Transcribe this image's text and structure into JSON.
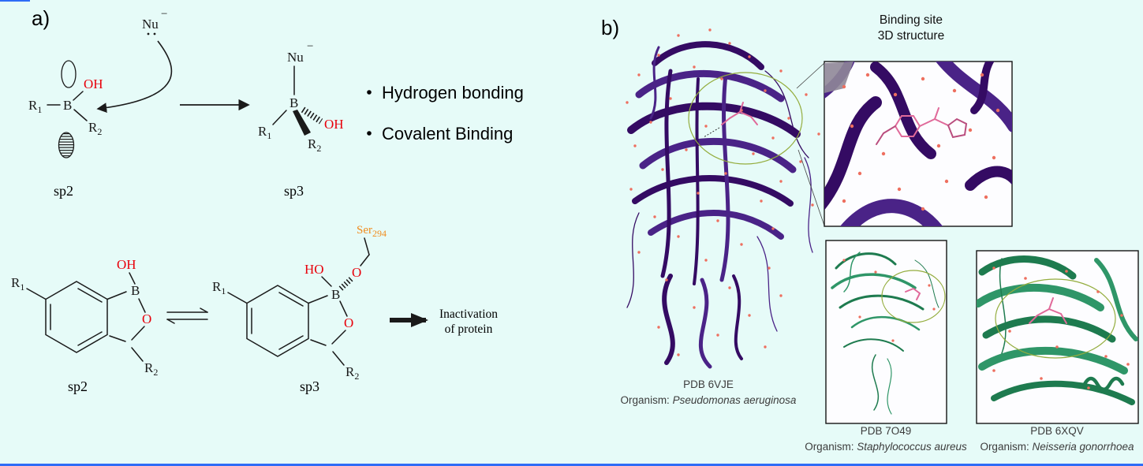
{
  "figure": {
    "panel_a_label": "a)",
    "panel_b_label": "b)"
  },
  "colors": {
    "background": "#e6fbf8",
    "ink": "#1a1a1a",
    "red": "#e8000b",
    "orange": "#f08c1e",
    "purple": "#340b63",
    "purple_light": "#4a2387",
    "green": "#1e7b4f",
    "green_light": "#2f9668",
    "ligand_pink": "#e06a9a",
    "ligand_dark_pink": "#b94d7e",
    "dot_red": "#ee6f5f",
    "annotation_olive": "#94ad3e",
    "caption_gray": "#3c3c3c",
    "slide_blue": "#2e6cf6"
  },
  "mechanism": {
    "nucleophile": "Nu",
    "charge": "−",
    "boron": "B",
    "hydroxide": "OH",
    "r1": "R",
    "r1_sub": "1",
    "r2": "R",
    "r2_sub": "2",
    "sp2_label": "sp2",
    "sp3_label": "sp3",
    "bullets": [
      "Hydrogen bonding",
      "Covalent Binding"
    ]
  },
  "benzoxaborole": {
    "r1": "R",
    "r1_sub": "1",
    "r2": "R",
    "r2_sub": "2",
    "boron": "B",
    "oxygen": "O",
    "hydroxide": "OH",
    "hydroxide_reversed": "HO",
    "serine": "Ser",
    "serine_sub": "294",
    "sp2_label": "sp2",
    "sp3_label": "sp3",
    "outcome": [
      "Inactivation",
      "of protein"
    ]
  },
  "binding_site": {
    "caption": [
      "Binding site",
      "3D structure"
    ]
  },
  "structures": [
    {
      "pdb": "PDB 6VJE",
      "organism_prefix": "Organism: ",
      "organism": "Pseudomonas aeruginosa"
    },
    {
      "pdb": "PDB 7O49",
      "organism_prefix": "Organism: ",
      "organism": "Staphylococcus aureus"
    },
    {
      "pdb": "PDB 6XQV",
      "organism_prefix": "Organism: ",
      "organism": "Neisseria gonorrhoea"
    }
  ]
}
